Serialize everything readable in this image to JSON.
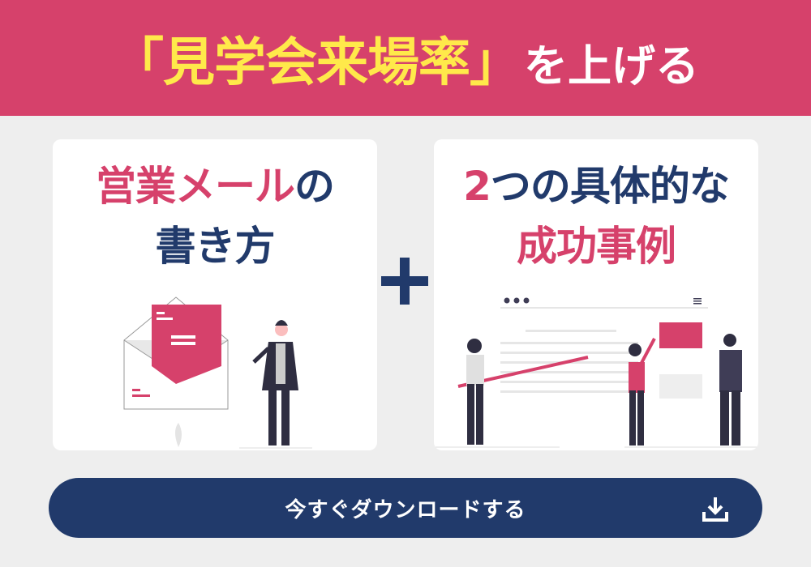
{
  "header": {
    "title_highlight": "「見学会来場率」",
    "title_suffix": "を上げる"
  },
  "cards": [
    {
      "line1_pink": "営業メール",
      "line1_rest": "の",
      "line2": "書き方"
    },
    {
      "line1_pink": "2",
      "line1_rest": "つの具体的な",
      "line2": "成功事例"
    }
  ],
  "cta": {
    "label": "今すぐダウンロードする",
    "icon": "download-icon"
  },
  "colors": {
    "pink": "#d6416b",
    "navy": "#213a6b",
    "yellow": "#ffe94a",
    "bg": "#eeeeee"
  }
}
